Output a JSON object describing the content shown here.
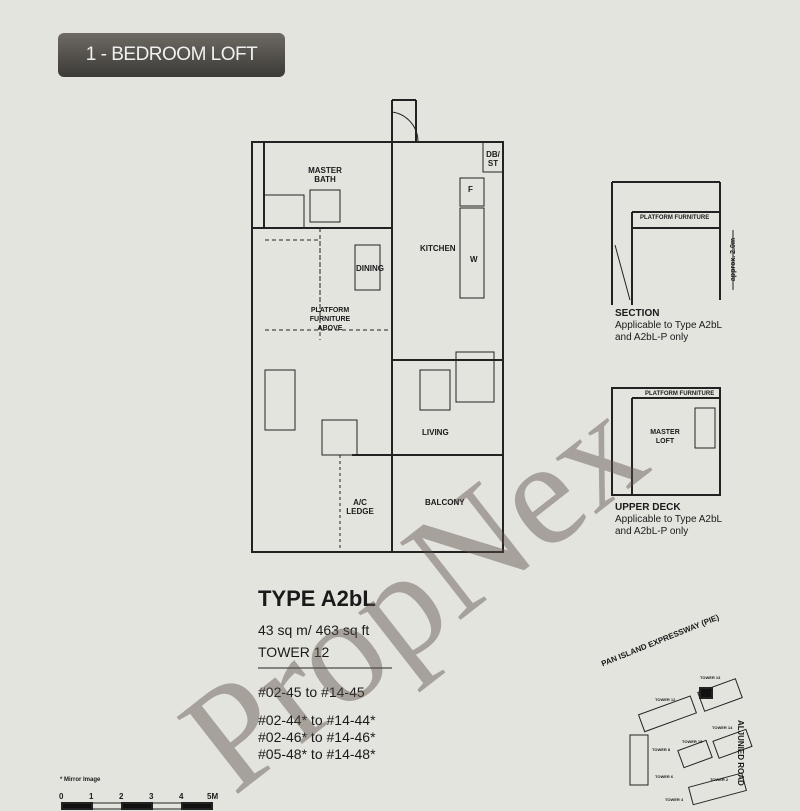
{
  "badge": "1 - BEDROOM LOFT",
  "rooms": {
    "master_bath": "MASTER BATH",
    "dining": "DINING",
    "kitchen": "KITCHEN",
    "db_st": "DB/ ST",
    "fridge": "F",
    "washer": "W",
    "platform": "PLATFORM FURNITURE ABOVE",
    "living": "LIVING",
    "ac_ledge": "A/C LEDGE",
    "balcony": "BALCONY"
  },
  "section": {
    "furniture_label": "PLATFORM FURNITURE",
    "height_label": "approx. 2.0m",
    "title": "SECTION",
    "note": "Applicable to Type A2bL and A2bL-P only"
  },
  "upper_deck": {
    "furniture_label": "PLATFORM FURNITURE",
    "room": "MASTER LOFT",
    "title": "UPPER DECK",
    "note": "Applicable to Type A2bL and A2bL-P only"
  },
  "unit": {
    "type": "TYPE A2bL",
    "area": "43 sq m/ 463 sq ft",
    "tower": "TOWER 12",
    "units": [
      "#02-45 to #14-45",
      "#02-44* to #14-44*",
      "#02-46* to #14-46*",
      "#05-48* to #14-48*"
    ]
  },
  "keyplan": {
    "road1": "PAN ISLAND EXPRESSWAY (PIE)",
    "road2": "ALJUNIED ROAD",
    "towers": [
      "TOWER 13",
      "TOWER 12",
      "TOWER 14",
      "TOWER 15",
      "TOWER 8",
      "TOWER 6",
      "TOWER 2",
      "TOWER 4"
    ]
  },
  "footnote": "* Mirror Image",
  "scale": [
    "0",
    "1",
    "2",
    "3",
    "4",
    "5M"
  ],
  "watermark": "PropNex"
}
